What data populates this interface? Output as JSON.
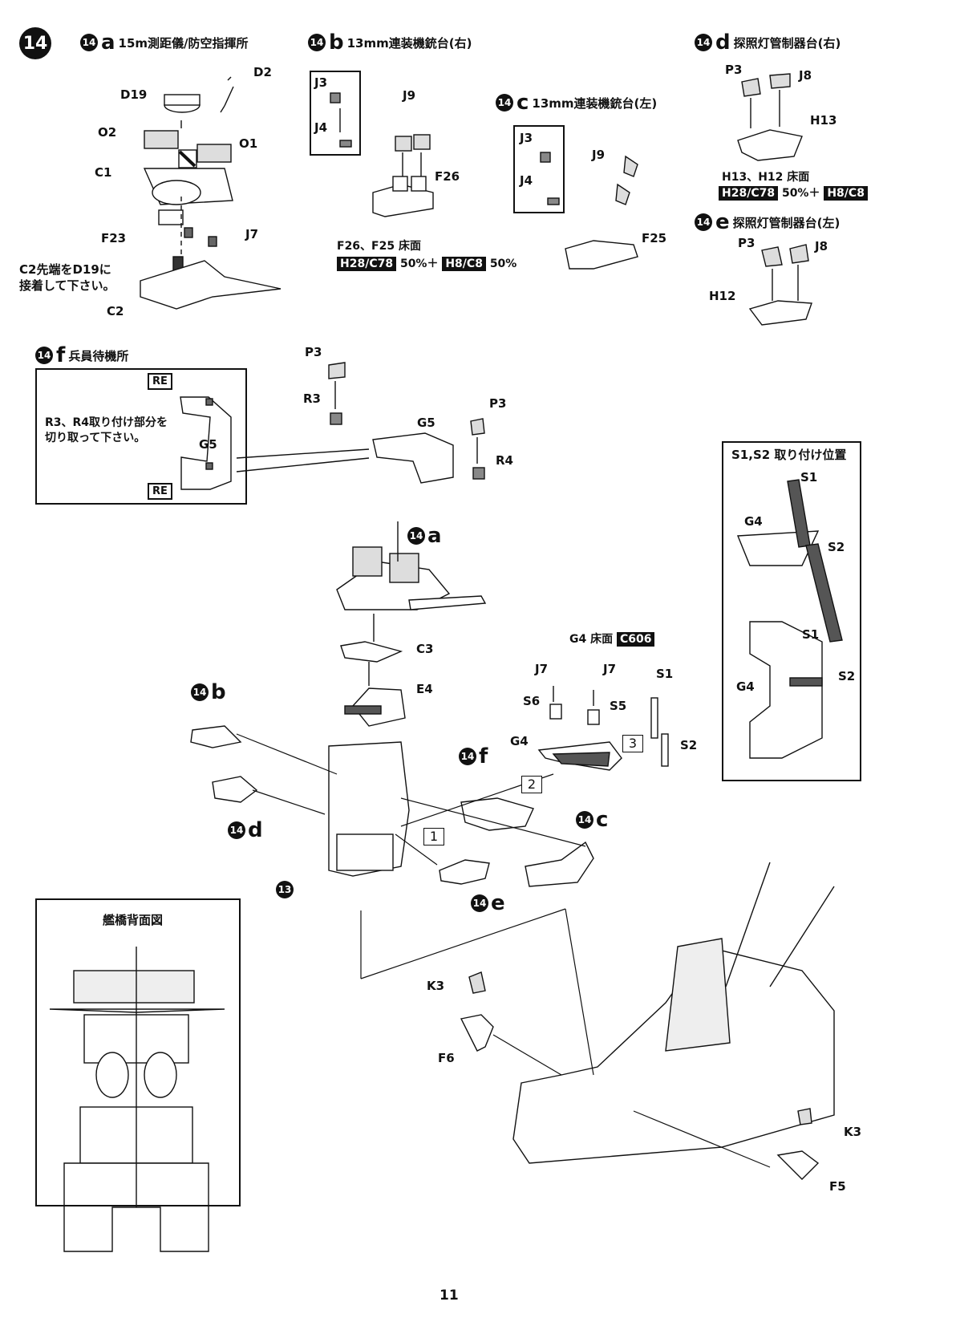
{
  "step": {
    "number": "14"
  },
  "sections": {
    "a": {
      "circle": "14",
      "letter": "a",
      "title": "15m測距儀/防空指揮所"
    },
    "b": {
      "circle": "14",
      "letter": "b",
      "title": "13mm連装機銃台(右)"
    },
    "c": {
      "circle": "14",
      "letter": "c",
      "title": "13mm連装機銃台(左)"
    },
    "d": {
      "circle": "14",
      "letter": "d",
      "title": "探照灯管制器台(右)"
    },
    "e": {
      "circle": "14",
      "letter": "e",
      "title": "探照灯管制器台(左)"
    },
    "f": {
      "circle": "14",
      "letter": "f",
      "title": "兵員待機所"
    }
  },
  "part_labels": {
    "a": [
      "D2",
      "D19",
      "O2",
      "O1",
      "C1",
      "F23",
      "J7",
      "C2"
    ],
    "b": [
      "J3",
      "J4",
      "J9",
      "F26"
    ],
    "c": [
      "J3",
      "J4",
      "J9",
      "F25"
    ],
    "d": [
      "P3",
      "J8",
      "H13"
    ],
    "e": [
      "P3",
      "J8",
      "H12"
    ],
    "f": [
      "P3",
      "R3",
      "G5",
      "P3",
      "R4"
    ],
    "main": [
      "C3",
      "E4",
      "J7",
      "J7",
      "S6",
      "S5",
      "S1",
      "G4",
      "S2",
      "K3",
      "F6",
      "K3",
      "F5"
    ],
    "s_pos": [
      "S1",
      "G4",
      "S2",
      "S1",
      "G4",
      "S2"
    ]
  },
  "notes": {
    "a_note_line1": "C2先端をD19に",
    "a_note_line2": "接着して下さい。",
    "f_note_line1": "R3、R4取り付け部分を",
    "f_note_line2": "切り取って下さい。",
    "f_part": "G5",
    "re_label": "RE"
  },
  "paint": {
    "b_floor": "F26、F25 床面",
    "b_color1": "H28/C78",
    "b_pct1": "50%＋",
    "b_color2": "H8/C8",
    "b_pct2": "50%",
    "d_floor": "H13、H12 床面",
    "d_color1": "H28/C78",
    "d_pct1": "50%＋",
    "d_color2": "H8/C8",
    "g4_floor": "G4 床面",
    "g4_color": "C606"
  },
  "s_position_box": {
    "title": "S1,S2 取り付け位置"
  },
  "bridge_rear": {
    "title": "艦橋背面図"
  },
  "main_callouts": {
    "a": "a",
    "b": "b",
    "c": "c",
    "d": "d",
    "e": "e",
    "f": "f",
    "circle": "14",
    "base": "13"
  },
  "steps_nums": [
    "1",
    "2",
    "3"
  ],
  "page_number": "11"
}
